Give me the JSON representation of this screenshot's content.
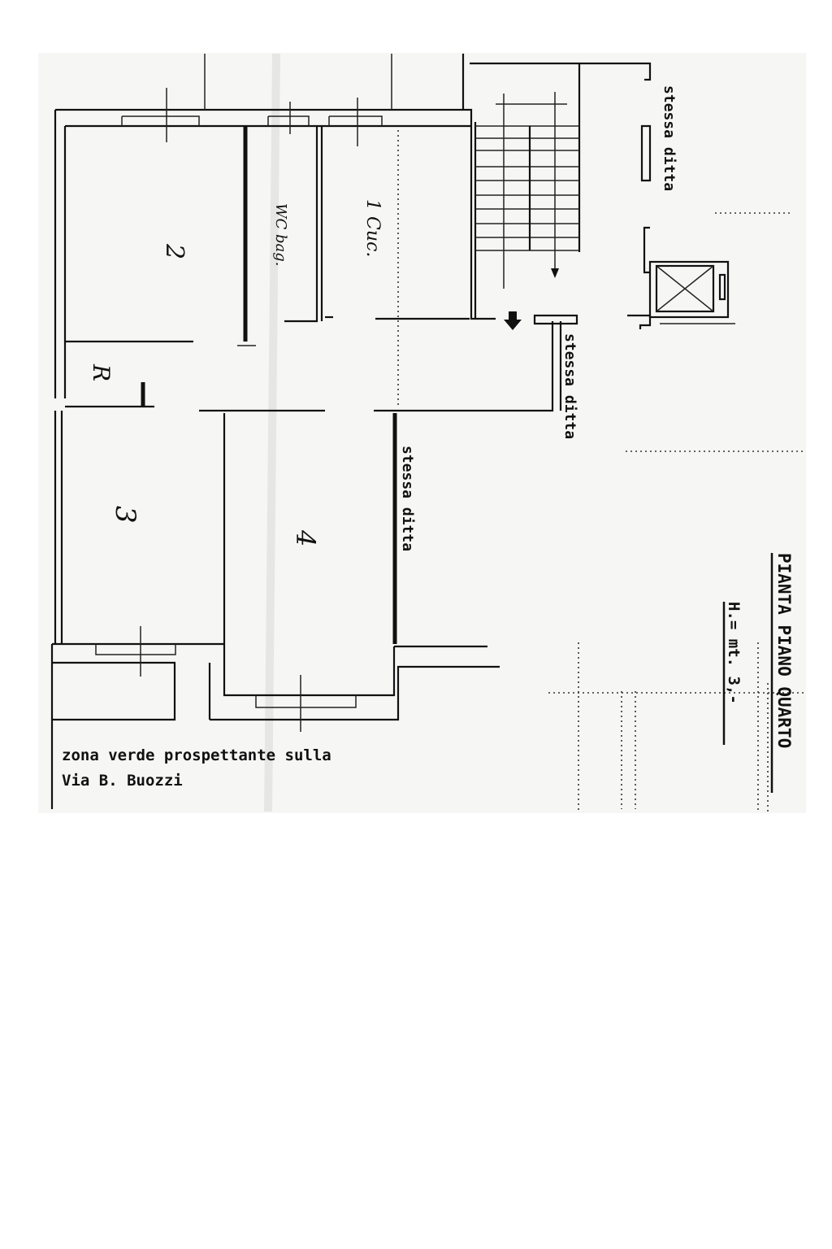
{
  "drawing": {
    "title": "PIANTA PIANO QUARTO",
    "height_note": "H.= mt. 3,-",
    "caption_line1": "zona verde prospettante sulla",
    "caption_line2": "Via B. Buozzi",
    "neighbor_labels": [
      {
        "text": "stessa ditta",
        "position": "top-right, beside stairwell"
      },
      {
        "text": "stessa ditta",
        "position": "right of corridor"
      },
      {
        "text": "stessa ditta",
        "position": "right of room 4"
      }
    ],
    "room_labels": [
      {
        "id": "room-1-kitchen",
        "text": "1 Cuc."
      },
      {
        "id": "room-bath",
        "text": "WC bag."
      },
      {
        "id": "room-2",
        "text": "2"
      },
      {
        "id": "room-storage",
        "text": "R"
      },
      {
        "id": "room-3",
        "text": "3"
      },
      {
        "id": "room-4",
        "text": "4"
      }
    ],
    "symbols": {
      "entrance_arrow": "arrow-down",
      "elevator": "elevator-shaft-x",
      "stairs_steps": 10
    }
  },
  "colors": {
    "page": "#ffffff",
    "scan_paper": "#f6f6f5",
    "ink": "#111111"
  }
}
